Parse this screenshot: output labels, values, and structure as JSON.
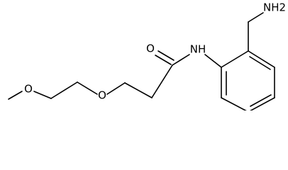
{
  "molecule": {
    "atoms": {
      "aminomethyl_n": "NH2",
      "amide_n": "NH",
      "carbonyl_o": "O",
      "ether_o1": "O",
      "ether_o2": "O"
    },
    "colors": {
      "bond": "#000000",
      "text": "#000000",
      "background": "#ffffff"
    }
  }
}
